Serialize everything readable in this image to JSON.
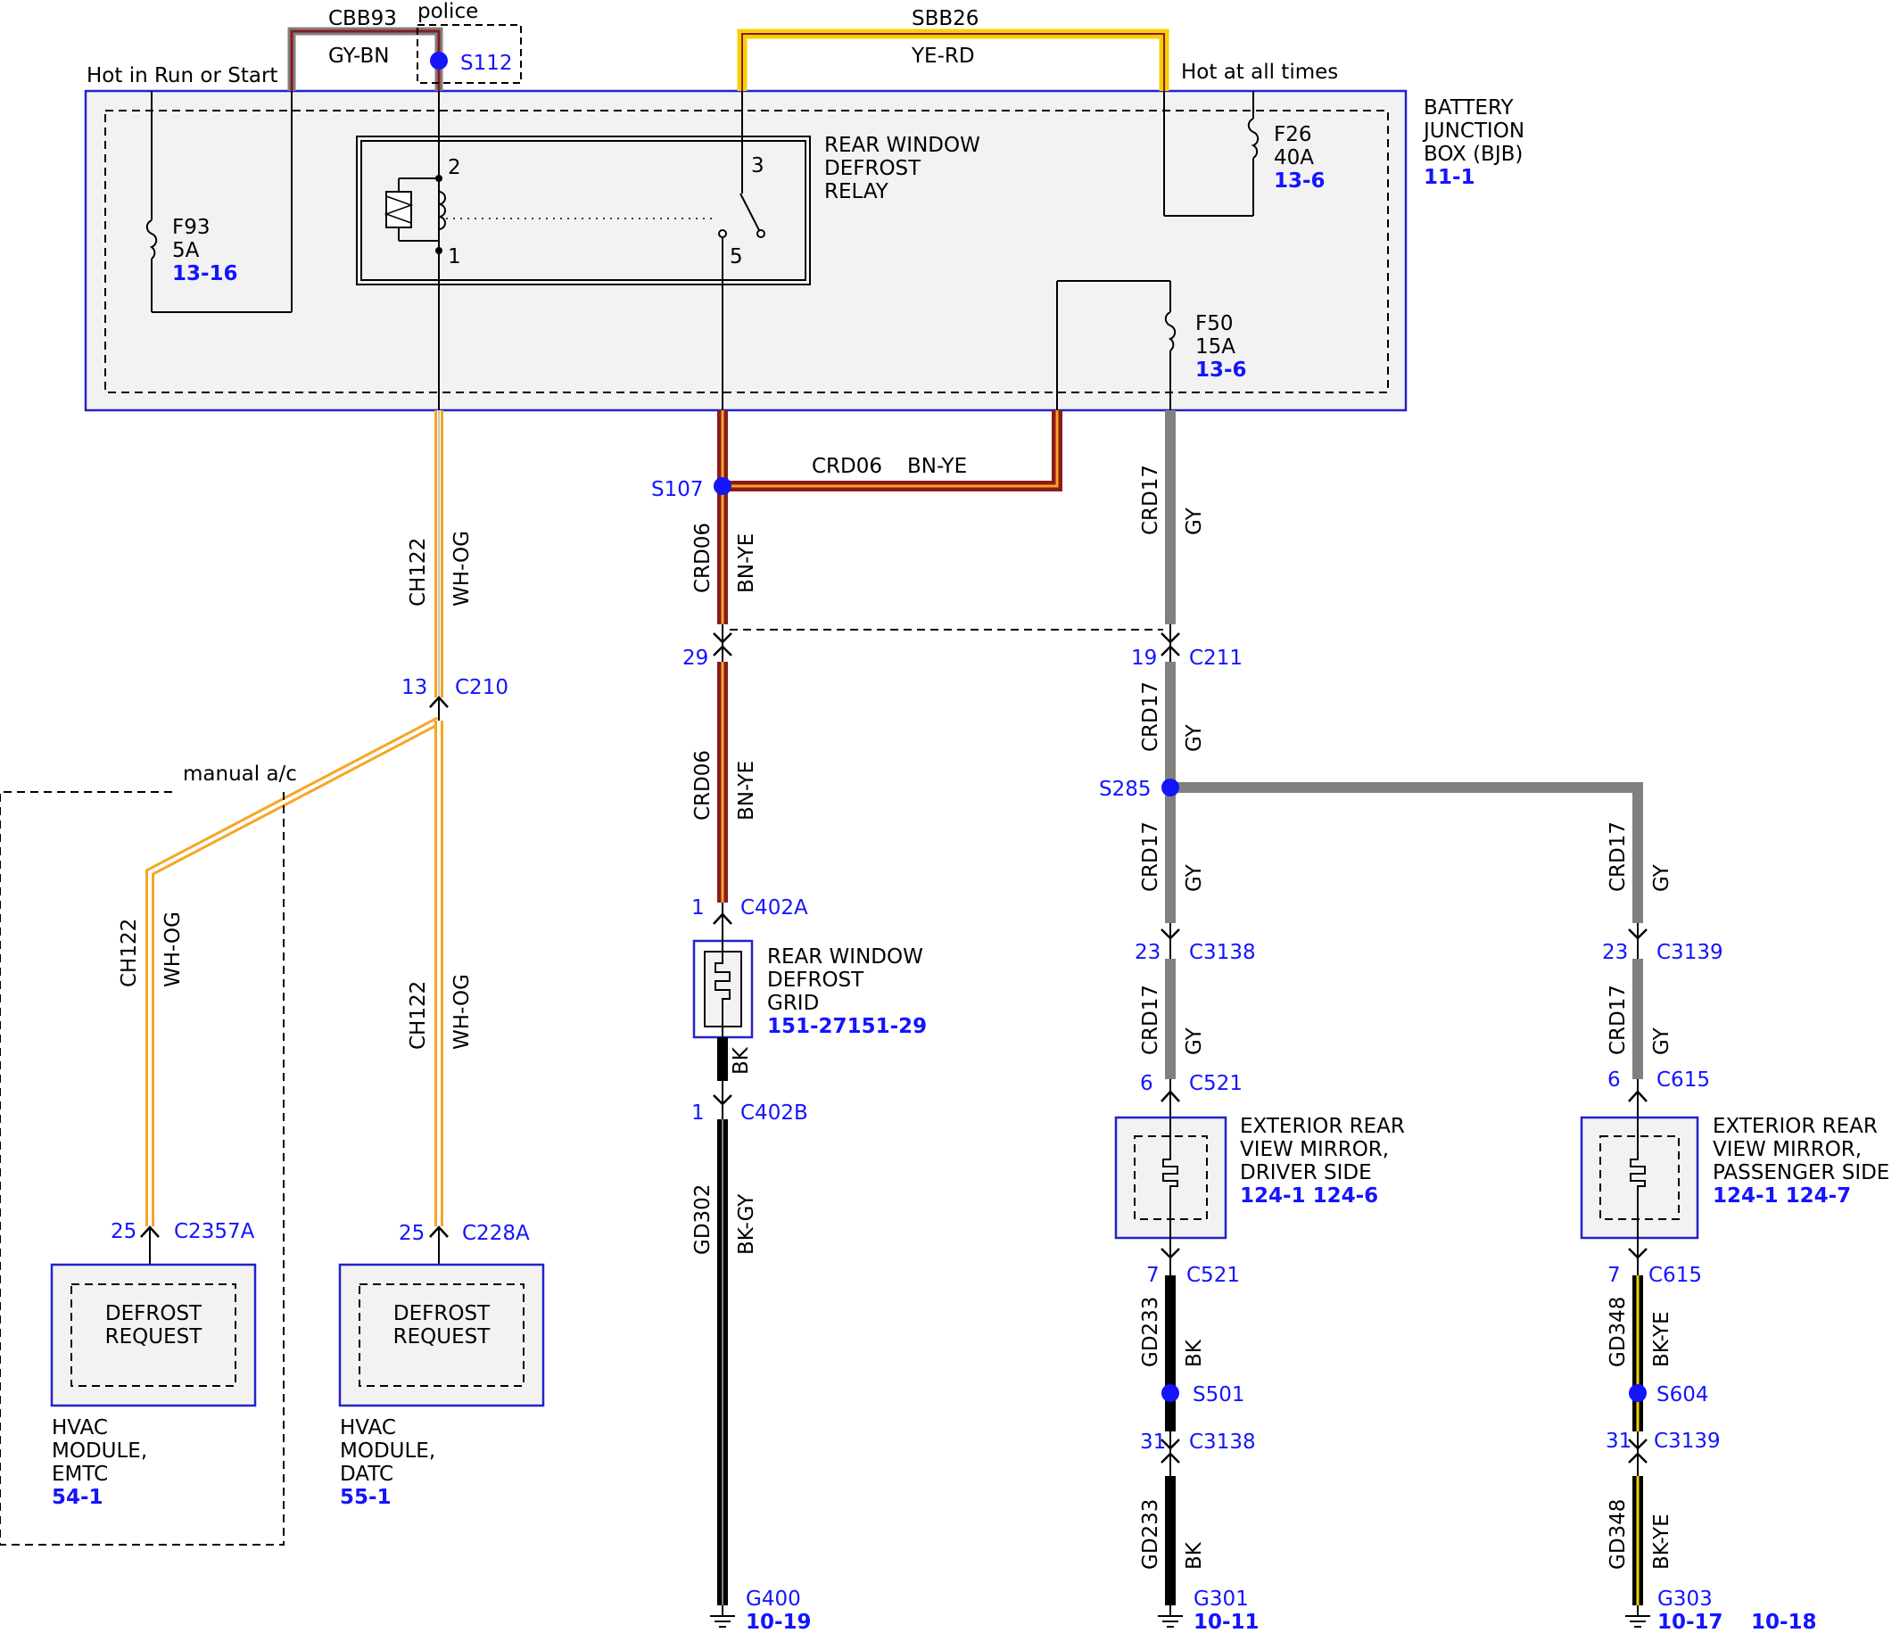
{
  "headers": {
    "hot_run_start": "Hot in Run or Start",
    "hot_all_times": "Hot at all times",
    "police": "police",
    "manual_ac": "manual a/c"
  },
  "wires": {
    "cbb93": "CBB93",
    "gy_bn": "GY-BN",
    "sbb26": "SBB26",
    "ye_rd": "YE-RD",
    "ch122": "CH122",
    "wh_og": "WH-OG",
    "crd06": "CRD06",
    "bn_ye": "BN-YE",
    "crd17": "CRD17",
    "gy": "GY",
    "bk": "BK",
    "gd302": "GD302",
    "bk_gy": "BK-GY",
    "gd233": "GD233",
    "gd348": "GD348",
    "bk_ye": "BK-YE"
  },
  "bjb": {
    "line1": "BATTERY",
    "line2": "JUNCTION",
    "line3": "BOX (BJB)",
    "ref": "11-1"
  },
  "relay": {
    "line1": "REAR WINDOW",
    "line2": "DEFROST",
    "line3": "RELAY",
    "pin2": "2",
    "pin1": "1",
    "pin3": "3",
    "pin5": "5"
  },
  "fuses": {
    "f93": {
      "name": "F93",
      "rating": "5A",
      "ref": "13-16"
    },
    "f26": {
      "name": "F26",
      "rating": "40A",
      "ref": "13-6"
    },
    "f50": {
      "name": "F50",
      "rating": "15A",
      "ref": "13-6"
    }
  },
  "splices": {
    "s112": "S112",
    "s107": "S107",
    "s285": "S285",
    "s501": "S501",
    "s604": "S604"
  },
  "connectors": {
    "c210": {
      "pin": "13",
      "name": "C210"
    },
    "c211": {
      "pin": "19",
      "name": "C211"
    },
    "c211_29": "29",
    "c402a": {
      "pin": "1",
      "name": "C402A"
    },
    "c402b": {
      "pin": "1",
      "name": "C402B"
    },
    "c3138_23": {
      "pin": "23",
      "name": "C3138"
    },
    "c3139_23": {
      "pin": "23",
      "name": "C3139"
    },
    "c521_6": {
      "pin": "6",
      "name": "C521"
    },
    "c615_6": {
      "pin": "6",
      "name": "C615"
    },
    "c521_7": {
      "pin": "7",
      "name": "C521"
    },
    "c615_7": {
      "pin": "7",
      "name": "C615"
    },
    "c3138_31": {
      "pin": "31",
      "name": "C3138"
    },
    "c3139_31": {
      "pin": "31",
      "name": "C3139"
    },
    "c2357a": {
      "pin": "25",
      "name": "C2357A"
    },
    "c228a": {
      "pin": "25",
      "name": "C228A"
    }
  },
  "components": {
    "grid": {
      "line1": "REAR WINDOW",
      "line2": "DEFROST",
      "line3": "GRID",
      "ref": "151-27151-29"
    },
    "mirror_driver": {
      "line1": "EXTERIOR REAR",
      "line2": "VIEW MIRROR,",
      "line3": "DRIVER SIDE",
      "ref": "124-1 124-6"
    },
    "mirror_pass": {
      "line1": "EXTERIOR REAR",
      "line2": "VIEW MIRROR,",
      "line3": "PASSENGER SIDE",
      "ref": "124-1 124-7"
    },
    "hvac_emtc": {
      "inner1": "DEFROST",
      "inner2": "REQUEST",
      "line1": "HVAC",
      "line2": "MODULE,",
      "line3": "EMTC",
      "ref": "54-1"
    },
    "hvac_datc": {
      "inner1": "DEFROST",
      "inner2": "REQUEST",
      "line1": "HVAC",
      "line2": "MODULE,",
      "line3": "DATC",
      "ref": "55-1"
    }
  },
  "grounds": {
    "g400": {
      "name": "G400",
      "ref": "10-19"
    },
    "g301": {
      "name": "G301",
      "ref": "10-11"
    },
    "g303": {
      "name": "G303",
      "ref": "10-17",
      "ref2": "10-18"
    }
  },
  "colors": {
    "connector_label": "#1414ff",
    "gy": "#808080",
    "bn": "#8b1a1a",
    "ye": "#f5d000",
    "og": "#f5a623",
    "bk": "#000000",
    "box_fill": "#f2f2f2"
  }
}
